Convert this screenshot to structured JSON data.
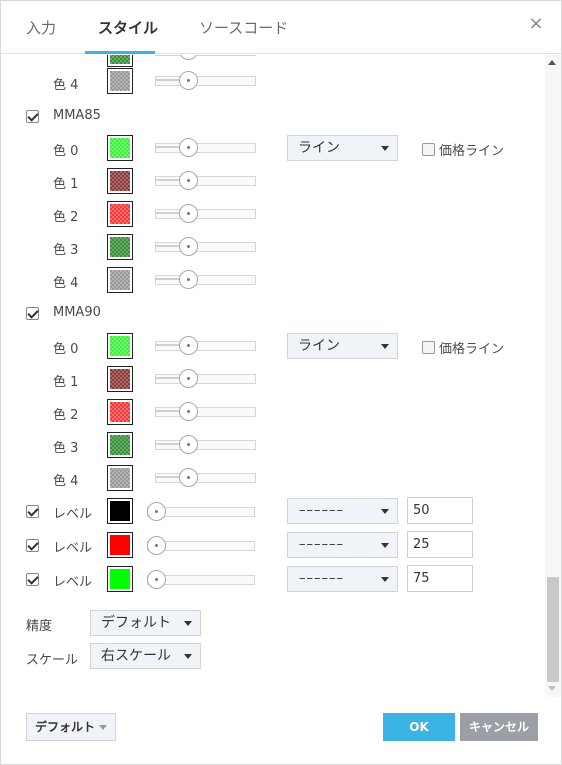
{
  "tabs": [
    {
      "label": "入力",
      "active": false
    },
    {
      "label": "スタイル",
      "active": true
    },
    {
      "label": "ソースコード",
      "active": false
    }
  ],
  "close_glyph": "×",
  "colors": {
    "accent": "#3bb3e4",
    "bright_green": "#3ff03f",
    "dark_red": "#8b3a3a",
    "red": "#f23b3b",
    "dark_green": "#3a8f3a",
    "gray": "#9a9a9a",
    "black": "#000000",
    "pure_red": "#ff0000",
    "pure_green": "#00ff00"
  },
  "top_partial": {
    "color_label": "色 4"
  },
  "mma85": {
    "label": "MMA85",
    "checked": true,
    "colors": [
      "色 0",
      "色 1",
      "色 2",
      "色 3",
      "色 4"
    ],
    "line_type": "ライン",
    "price_line_label": "価格ライン",
    "price_line_checked": false
  },
  "mma90": {
    "label": "MMA90",
    "checked": true,
    "colors": [
      "色 0",
      "色 1",
      "色 2",
      "色 3",
      "色 4"
    ],
    "line_type": "ライン",
    "price_line_label": "価格ライン",
    "price_line_checked": false
  },
  "levels": [
    {
      "label": "レベル",
      "checked": true,
      "style": "––––––",
      "value": "50"
    },
    {
      "label": "レベル",
      "checked": true,
      "style": "––––––",
      "value": "25"
    },
    {
      "label": "レベル",
      "checked": true,
      "style": "––––––",
      "value": "75"
    }
  ],
  "precision": {
    "label": "精度",
    "value": "デフォルト"
  },
  "scale": {
    "label": "スケール",
    "value": "右スケール"
  },
  "footer": {
    "defaults_label": "デフォルト",
    "ok_label": "OK",
    "cancel_label": "キャンセル"
  }
}
